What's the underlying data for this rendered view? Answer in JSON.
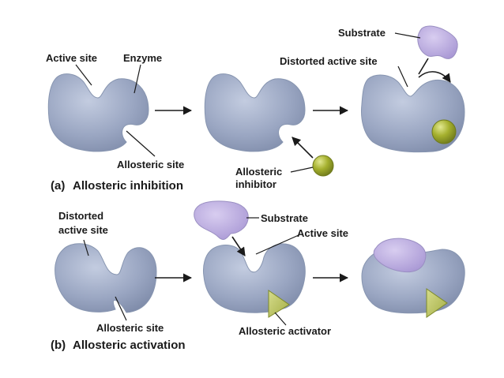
{
  "panel_a": {
    "caption_prefix": "(a)",
    "caption": "Allosteric inhibition",
    "active_site": "Active site",
    "enzyme": "Enzyme",
    "allosteric_site": "Allosteric site",
    "inhibitor_line1": "Allosteric",
    "inhibitor_line2": "inhibitor",
    "substrate": "Substrate",
    "distorted_active_site": "Distorted active site"
  },
  "panel_b": {
    "caption_prefix": "(b)",
    "caption": "Allosteric activation",
    "distorted_line1": "Distorted",
    "distorted_line2": "active site",
    "allosteric_site": "Allosteric site",
    "substrate": "Substrate",
    "active_site": "Active site",
    "activator": "Allosteric activator"
  },
  "colors": {
    "enzyme": "#9aa6c2",
    "substrate": "#b9a9dd",
    "inhibitor": "#a5b02e",
    "activator": "#b8c25a"
  },
  "icons": [
    "enzyme-shape",
    "substrate-blob",
    "inhibitor-ball",
    "activator-triangle",
    "reaction-arrow"
  ]
}
